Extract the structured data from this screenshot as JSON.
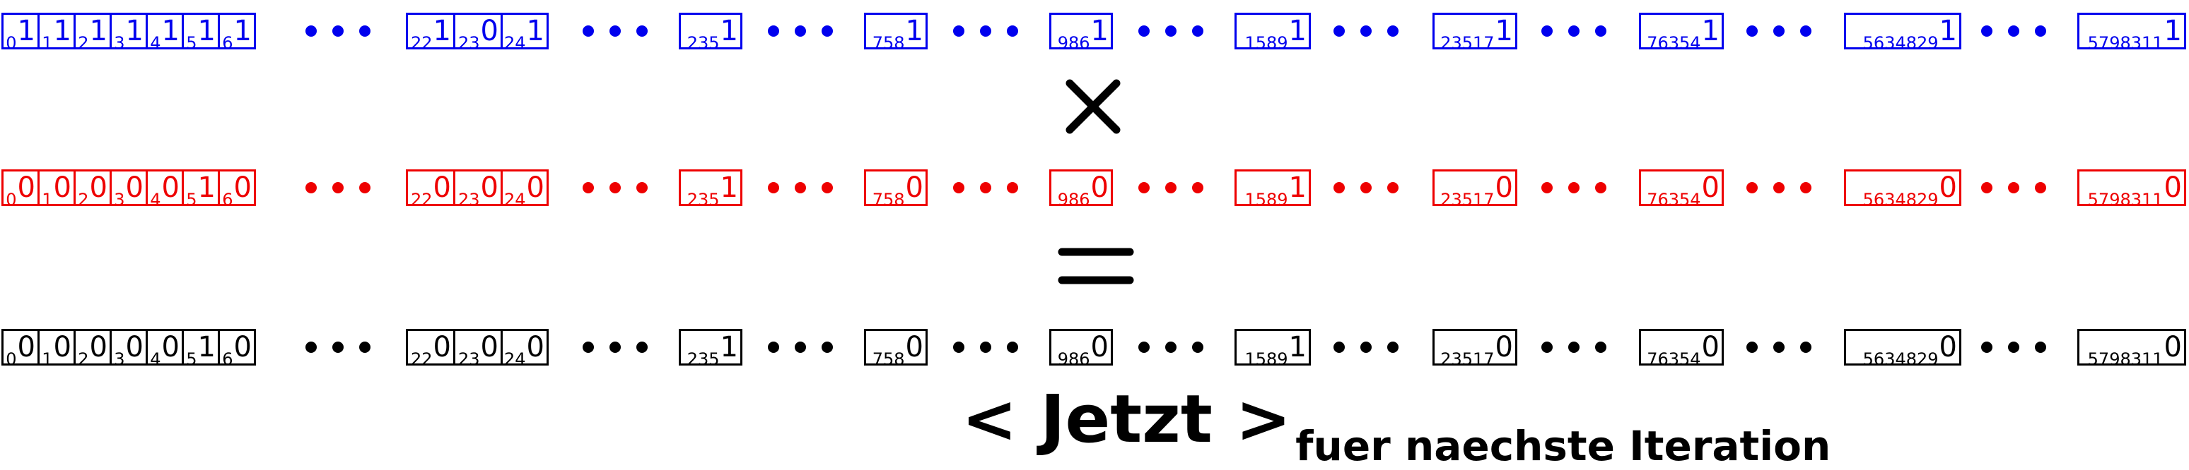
{
  "colors": {
    "blue": "#0000ee",
    "red": "#ee0000",
    "black": "#000000"
  },
  "rows": [
    {
      "id": "blue",
      "color": "#0000ee",
      "groups": [
        [
          [
            "0",
            "1"
          ],
          [
            "1",
            "1"
          ],
          [
            "2",
            "1"
          ],
          [
            "3",
            "1"
          ],
          [
            "4",
            "1"
          ],
          [
            "5",
            "1"
          ],
          [
            "6",
            "1"
          ]
        ],
        [
          [
            "22",
            "1"
          ],
          [
            "23",
            "0"
          ],
          [
            "24",
            "1"
          ]
        ],
        [
          [
            "235",
            "1"
          ]
        ],
        [
          [
            "758",
            "1"
          ]
        ],
        [
          [
            "986",
            "1"
          ]
        ],
        [
          [
            "1589",
            "1"
          ]
        ],
        [
          [
            "23517",
            "1"
          ]
        ],
        [
          [
            "76354",
            "1"
          ]
        ],
        [
          [
            "5634829",
            "1"
          ]
        ],
        [
          [
            "5798311",
            "1"
          ]
        ]
      ]
    },
    {
      "id": "red",
      "color": "#ee0000",
      "groups": [
        [
          [
            "0",
            "0"
          ],
          [
            "1",
            "0"
          ],
          [
            "2",
            "0"
          ],
          [
            "3",
            "0"
          ],
          [
            "4",
            "0"
          ],
          [
            "5",
            "1"
          ],
          [
            "6",
            "0"
          ]
        ],
        [
          [
            "22",
            "0"
          ],
          [
            "23",
            "0"
          ],
          [
            "24",
            "0"
          ]
        ],
        [
          [
            "235",
            "1"
          ]
        ],
        [
          [
            "758",
            "0"
          ]
        ],
        [
          [
            "986",
            "0"
          ]
        ],
        [
          [
            "1589",
            "1"
          ]
        ],
        [
          [
            "23517",
            "0"
          ]
        ],
        [
          [
            "76354",
            "0"
          ]
        ],
        [
          [
            "5634829",
            "0"
          ]
        ],
        [
          [
            "5798311",
            "0"
          ]
        ]
      ]
    },
    {
      "id": "black",
      "color": "#000000",
      "groups": [
        [
          [
            "0",
            "0"
          ],
          [
            "1",
            "0"
          ],
          [
            "2",
            "0"
          ],
          [
            "3",
            "0"
          ],
          [
            "4",
            "0"
          ],
          [
            "5",
            "1"
          ],
          [
            "6",
            "0"
          ]
        ],
        [
          [
            "22",
            "0"
          ],
          [
            "23",
            "0"
          ],
          [
            "24",
            "0"
          ]
        ],
        [
          [
            "235",
            "1"
          ]
        ],
        [
          [
            "758",
            "0"
          ]
        ],
        [
          [
            "986",
            "0"
          ]
        ],
        [
          [
            "1589",
            "1"
          ]
        ],
        [
          [
            "23517",
            "0"
          ]
        ],
        [
          [
            "76354",
            "0"
          ]
        ],
        [
          [
            "5634829",
            "0"
          ]
        ],
        [
          [
            "5798311",
            "0"
          ]
        ]
      ]
    }
  ],
  "operators": {
    "times": "×",
    "equals": "="
  },
  "caption": {
    "main": "< Jetzt >",
    "sub": "fuer naechste Iteration"
  }
}
